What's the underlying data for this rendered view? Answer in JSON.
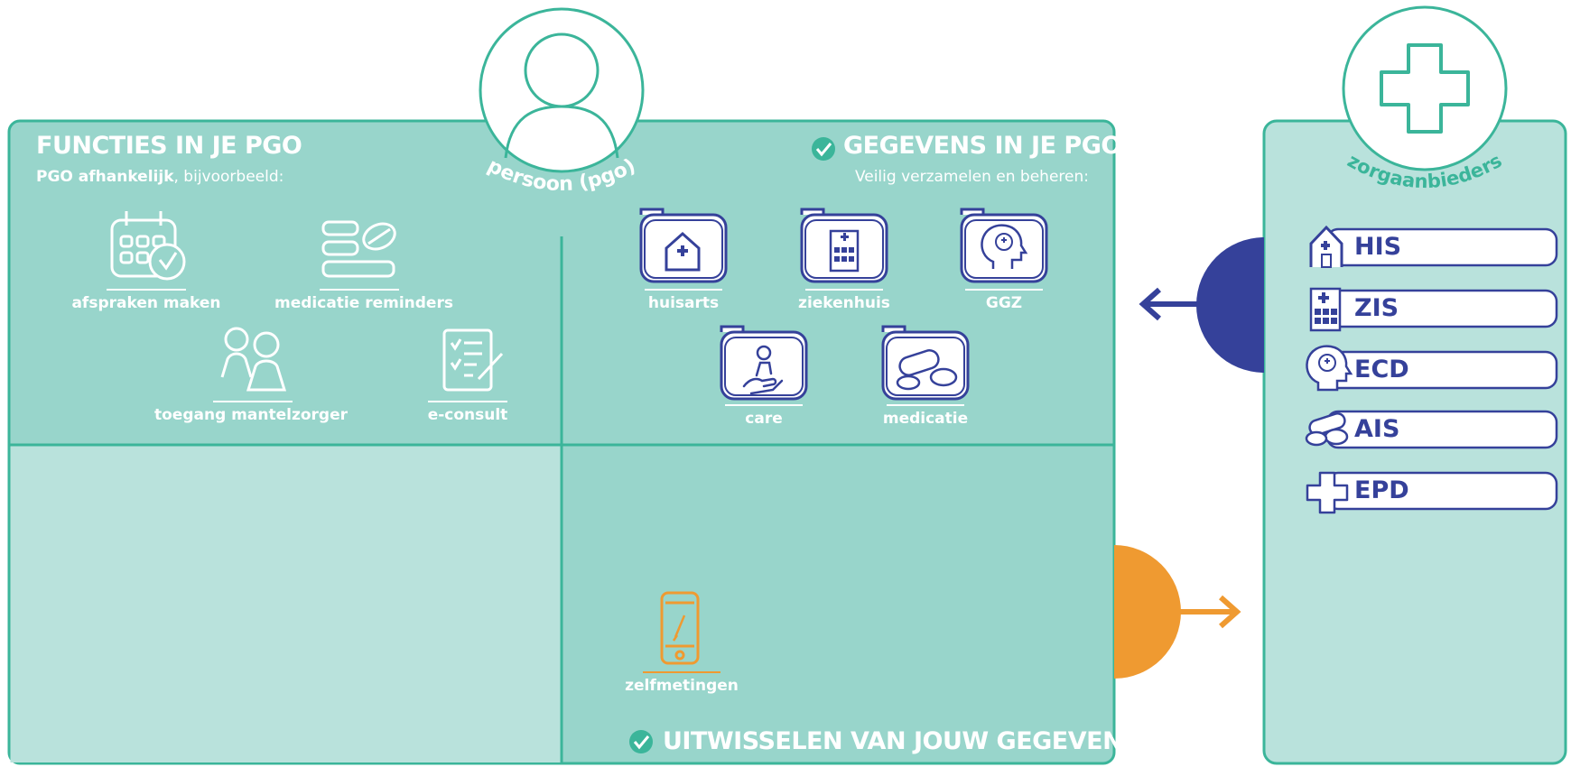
{
  "colors": {
    "teal_dark": "#3bb59a",
    "teal_panel": "#98d5cb",
    "teal_light": "#b9e2dc",
    "navy": "#35419a",
    "orange": "#ef9a31",
    "white": "#ffffff"
  },
  "person": {
    "label": "persoon (pgo)",
    "icon": "person-icon"
  },
  "functions": {
    "title": "FUNCTIES IN JE PGO",
    "subtitle_bold": "PGO afhankelijk",
    "subtitle_rest": ", bijvoorbeeld:",
    "items": [
      {
        "label": "afspraken maken",
        "icon": "calendar-clock-icon"
      },
      {
        "label": "medicatie reminders",
        "icon": "medication-list-icon"
      },
      {
        "label": "toegang mantelzorger",
        "icon": "caregiver-people-icon"
      },
      {
        "label": "e-consult",
        "icon": "clipboard-pen-icon"
      }
    ]
  },
  "data": {
    "title": "GEGEVENS IN JE PGO",
    "subtitle": "Veilig verzamelen en beheren:",
    "items": [
      {
        "label": "huisarts",
        "icon": "house-folder-icon"
      },
      {
        "label": "ziekenhuis",
        "icon": "hospital-folder-icon"
      },
      {
        "label": "GGZ",
        "icon": "mental-health-folder-icon"
      },
      {
        "label": "care",
        "icon": "care-folder-icon"
      },
      {
        "label": "medicatie",
        "icon": "pills-folder-icon"
      }
    ]
  },
  "selfmeasure": {
    "label": "zelfmetingen",
    "icon": "smartphone-icon"
  },
  "exchange": {
    "title": "UITWISSELEN VAN JOUW GEGEVENS"
  },
  "providers": {
    "label": "zorgaanbieders",
    "icon": "medical-cross-icon",
    "systems": [
      {
        "label": "HIS",
        "icon": "house-icon"
      },
      {
        "label": "ZIS",
        "icon": "hospital-icon"
      },
      {
        "label": "ECD",
        "icon": "mental-health-icon"
      },
      {
        "label": "AIS",
        "icon": "pills-icon"
      },
      {
        "label": "EPD",
        "icon": "cross-icon"
      }
    ]
  }
}
